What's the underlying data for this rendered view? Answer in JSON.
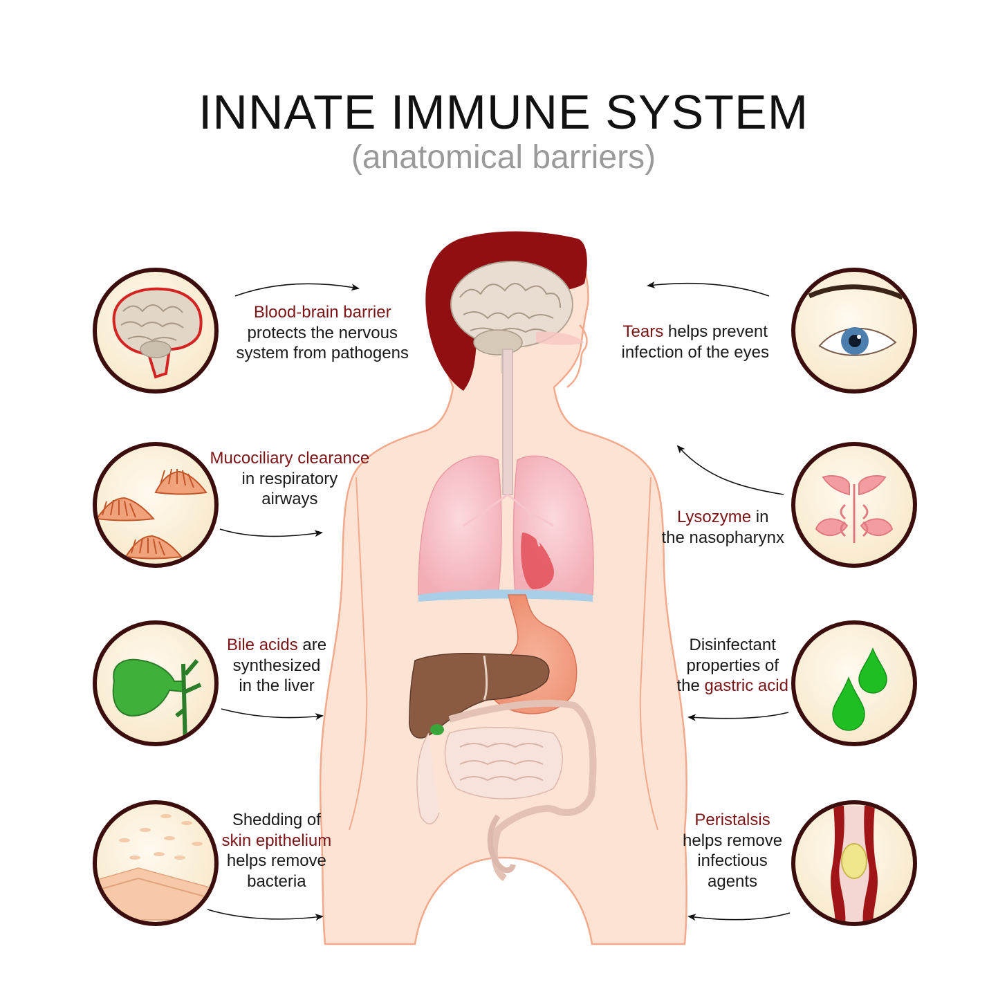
{
  "title": "INNATE IMMUNE SYSTEM",
  "subtitle": "(anatomical barriers)",
  "colors": {
    "highlight": "#7a1416",
    "circle_border": "#3b0d0d",
    "circle_fill": "#fbf1dc",
    "body_fill": "#fde3d3",
    "body_stroke": "#f2a98c",
    "hair": "#8f0f12"
  },
  "barriers": [
    {
      "id": "blood-brain-barrier",
      "side": "left",
      "icon": "brain-icon",
      "lines": [
        [
          {
            "t": "Blood-brain barrier",
            "hl": true
          }
        ],
        [
          {
            "t": "protects  the nervous"
          }
        ],
        [
          {
            "t": "system from pathogens"
          }
        ]
      ]
    },
    {
      "id": "mucociliary-clearance",
      "side": "left",
      "icon": "cilia-icon",
      "lines": [
        [
          {
            "t": "Mucociliary clearance",
            "hl": true
          }
        ],
        [
          {
            "t": "in respiratory"
          }
        ],
        [
          {
            "t": "airways"
          }
        ]
      ]
    },
    {
      "id": "bile-acids",
      "side": "left",
      "icon": "gallbladder-icon",
      "lines": [
        [
          {
            "t": "Bile acids",
            "hl": true
          },
          {
            "t": " are"
          }
        ],
        [
          {
            "t": "synthesized"
          }
        ],
        [
          {
            "t": "in the liver"
          }
        ]
      ]
    },
    {
      "id": "skin-epithelium",
      "side": "left",
      "icon": "skin-icon",
      "lines": [
        [
          {
            "t": "Shedding of"
          }
        ],
        [
          {
            "t": "skin epithelium",
            "hl": true
          }
        ],
        [
          {
            "t": "helps remove"
          }
        ],
        [
          {
            "t": "bacteria"
          }
        ]
      ]
    },
    {
      "id": "tears",
      "side": "right",
      "icon": "eye-icon",
      "lines": [
        [
          {
            "t": "Tears",
            "hl": true
          },
          {
            "t": " helps prevent"
          }
        ],
        [
          {
            "t": "infection of the eyes"
          }
        ]
      ]
    },
    {
      "id": "lysozyme",
      "side": "right",
      "icon": "nasal-cavity-icon",
      "lines": [
        [
          {
            "t": "Lysozyme",
            "hl": true
          },
          {
            "t": " in"
          }
        ],
        [
          {
            "t": "the nasopharynx"
          }
        ]
      ]
    },
    {
      "id": "gastric-acid",
      "side": "right",
      "icon": "acid-drops-icon",
      "lines": [
        [
          {
            "t": "Disinfectant"
          }
        ],
        [
          {
            "t": "properties of"
          }
        ],
        [
          {
            "t": "the "
          },
          {
            "t": "gastric acid",
            "hl": true
          }
        ]
      ]
    },
    {
      "id": "peristalsis",
      "side": "right",
      "icon": "peristalsis-icon",
      "lines": [
        [
          {
            "t": "Peristalsis",
            "hl": true
          }
        ],
        [
          {
            "t": "helps remove"
          }
        ],
        [
          {
            "t": "infectious"
          }
        ],
        [
          {
            "t": "agents"
          }
        ]
      ]
    }
  ]
}
